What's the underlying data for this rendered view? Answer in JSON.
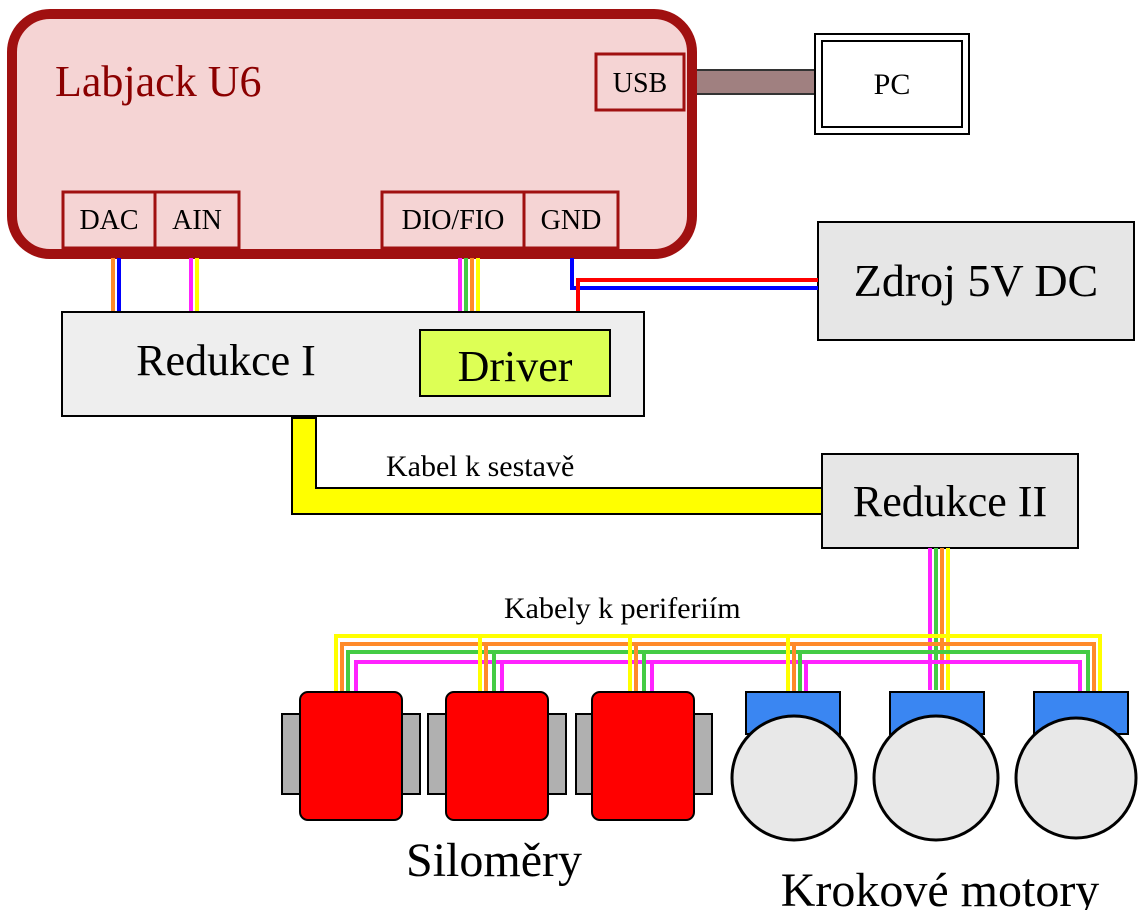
{
  "labjack": {
    "title": "Labjack U6",
    "ports": {
      "usb": "USB",
      "dac": "DAC",
      "ain": "AIN",
      "dio": "DIO/FIO",
      "gnd": "GND"
    }
  },
  "pc": {
    "label": "PC"
  },
  "power": {
    "label": "Zdroj 5V DC"
  },
  "redukce1": {
    "label": "Redukce I"
  },
  "driver": {
    "label": "Driver"
  },
  "redukce2": {
    "label": "Redukce II"
  },
  "cables": {
    "assembly_label": "Kabel k sestavě",
    "peripheral_label": "Kabely k periferiím"
  },
  "groups": {
    "load_cells_label": "Siloměry",
    "stepper_motors_label": "Krokové motory"
  },
  "colors": {
    "labjack_fill": "#f5d4d4",
    "labjack_border": "#b01818",
    "driver_fill": "#ddff55",
    "box_fill": "#e6e6e6",
    "load_cell_fill": "#ff0000",
    "motor_head_fill": "#3a86f2",
    "usb_cable": "#a08080",
    "wire_yellow": "#ffff00",
    "wire_orange": "#ff8a2a",
    "wire_green": "#44cc44",
    "wire_magenta": "#ff22ff",
    "wire_red": "#ff0000",
    "wire_blue": "#0000ff"
  }
}
